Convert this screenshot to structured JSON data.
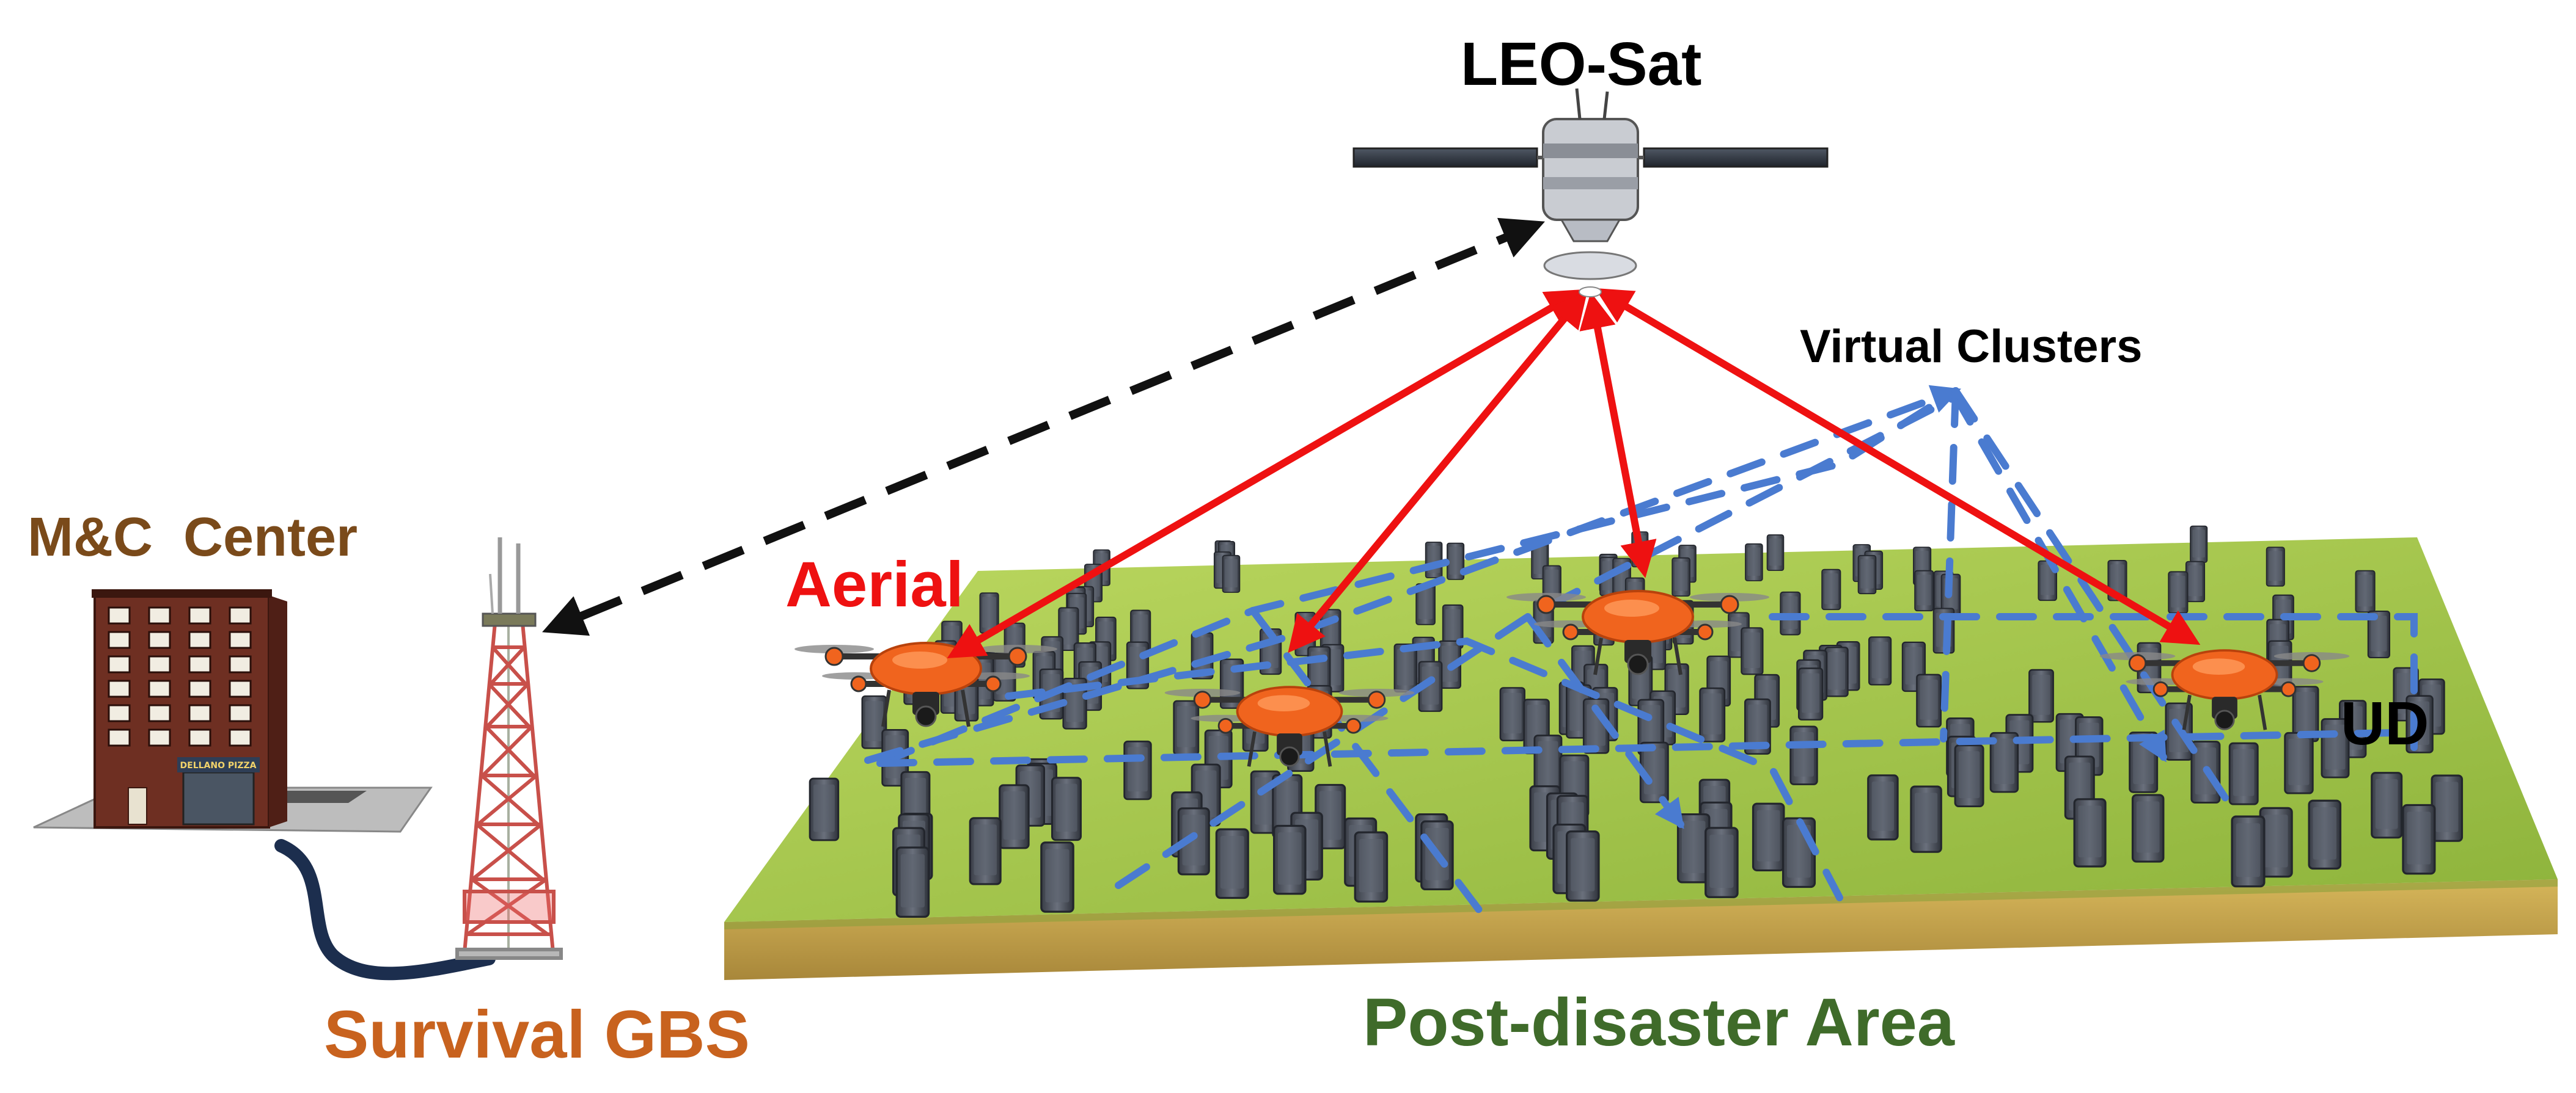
{
  "labels": {
    "satellite": "LEO-Sat",
    "mc_center": "M&C  Center",
    "gbs": "Survival GBS",
    "aerial": "Aerial",
    "virtual_clusters": "Virtual Clusters",
    "ud": "UD",
    "area": "Post-disaster Area",
    "building_sign": "DELLANO PIZZA"
  },
  "colors": {
    "satellite_label": "#000000",
    "mc_center_label": "#7a4a1a",
    "gbs_label": "#c8621e",
    "aerial_label": "#ee1111",
    "area_label": "#3f6b2a",
    "red_link": "#ee1111",
    "black_link": "#111111",
    "cluster_line": "#4a7bd0",
    "ground_grass": "#a8c84a",
    "ground_side": "#c9a84a",
    "drone_body": "#f0641e",
    "phone": "#4a4f5a",
    "cable": "#1c2e4e"
  },
  "icons": [
    "satellite-icon",
    "building-icon",
    "tower-icon",
    "drone-icon",
    "phone-icon",
    "cable-icon"
  ]
}
